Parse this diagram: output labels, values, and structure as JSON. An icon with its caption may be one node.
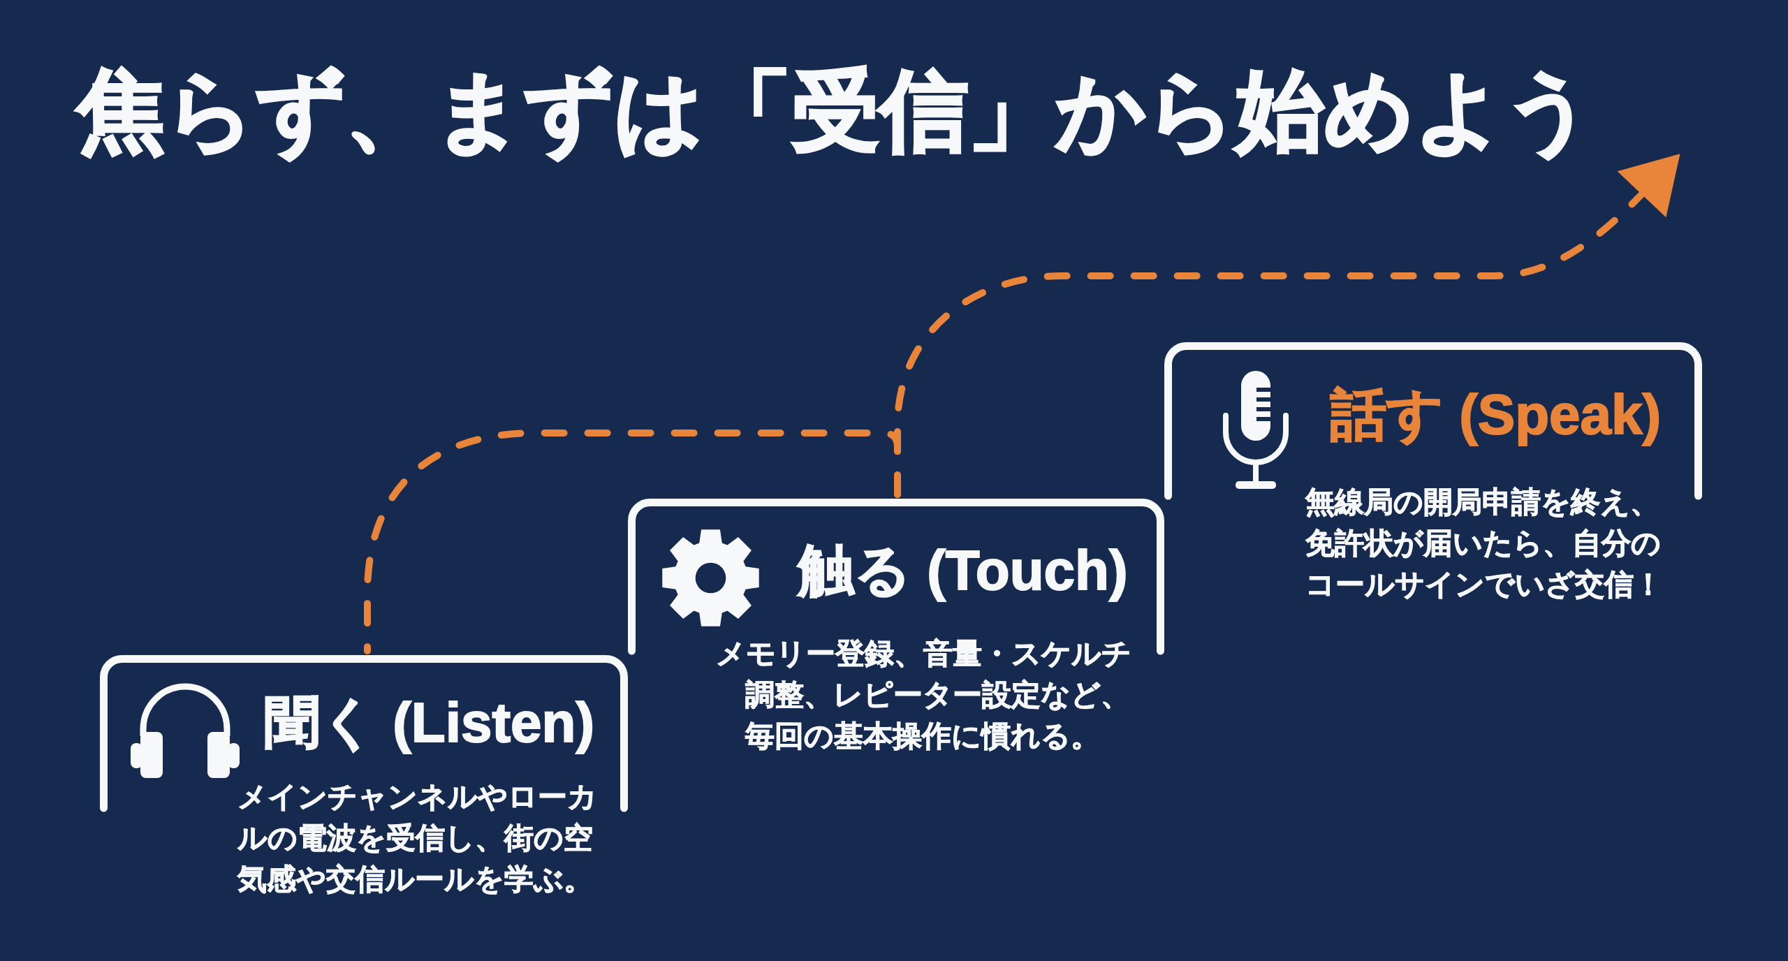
{
  "diagram": {
    "title": "焦らず、まずは「受信」から始めよう",
    "nodes": [
      {
        "text": [
          "聞く (Listen)",
          "メインチャンネルやローカルの電波を受信し、街の空気感や交信ルールを学ぶ。"
        ]
      },
      {
        "text": [
          "触る (Touch)",
          "メモリー登録、音量・スケルチ調整、レピーター設定など、毎回の基本操作に慣れる。"
        ]
      },
      {
        "text": [
          "話す (Speak)",
          "無線局の開局申請を終え、免許状が届いたら、自分のコールサインでいざ交信！"
        ]
      }
    ],
    "edges": [
      {
        "from": 0,
        "to": 1,
        "arrow": "none",
        "style": "dashed",
        "color": "#e9853a"
      },
      {
        "from": 1,
        "to": null,
        "arrow": "to",
        "style": "dashed",
        "color": "#e9853a"
      }
    ]
  }
}
